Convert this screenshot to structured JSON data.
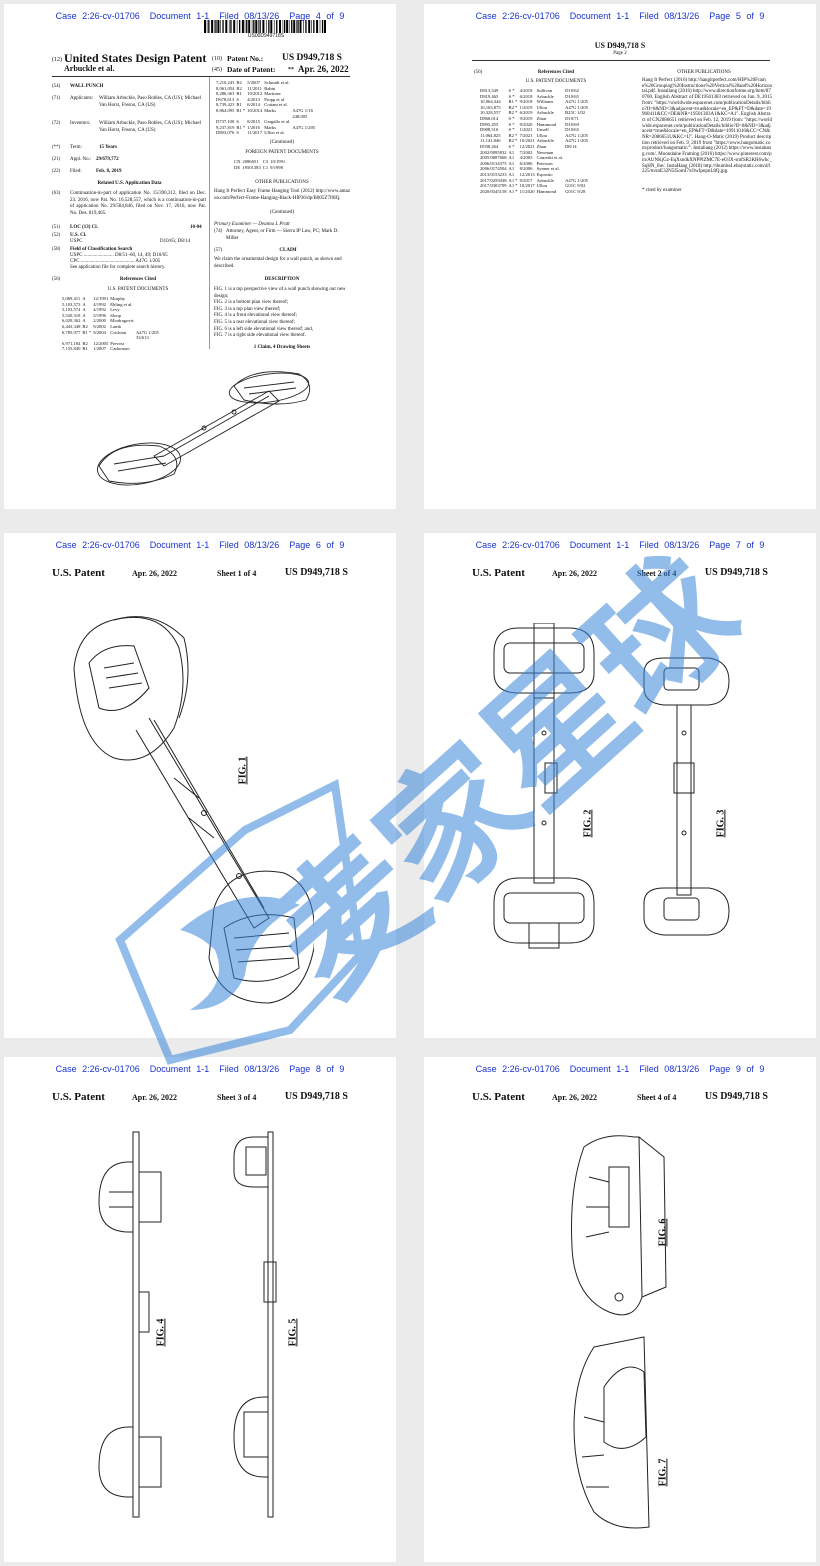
{
  "case_header": {
    "p1": {
      "case": "Case 2:26-cv-01706",
      "doc": "Document 1-1",
      "filed": "Filed 08/13/26",
      "page": "Page 4 of 9"
    },
    "p2": {
      "case": "Case 2:26-cv-01706",
      "doc": "Document 1-1",
      "filed": "Filed 08/13/26",
      "page": "Page 5 of 9"
    },
    "p3": {
      "case": "Case 2:26-cv-01706",
      "doc": "Document 1-1",
      "filed": "Filed 08/13/26",
      "page": "Page 6 of 9"
    },
    "p4": {
      "case": "Case 2:26-cv-01706",
      "doc": "Document 1-1",
      "filed": "Filed 08/13/26",
      "page": "Page 7 of 9"
    },
    "p5": {
      "case": "Case 2:26-cv-01706",
      "doc": "Document 1-1",
      "filed": "Filed 08/13/26",
      "page": "Page 8 of 9"
    },
    "p6": {
      "case": "Case 2:26-cv-01706",
      "doc": "Document 1-1",
      "filed": "Filed 08/13/26",
      "page": "Page 9 of 9"
    }
  },
  "front": {
    "barcode_text": "US00D949718S",
    "code12": "(12)",
    "title": "United States Design Patent",
    "inventors_short": "Arbuckle et al.",
    "code10": "(10)",
    "patent_no_label": "Patent No.:",
    "patent_no": "US D949,718 S",
    "code45": "(45)",
    "date_label": "Date of Patent:",
    "date_star": "**",
    "date": "Apr. 26, 2022",
    "f54_code": "(54)",
    "f54": "WALL PUNCH",
    "f71_code": "(71)",
    "f71_label": "Applicants:",
    "f71": "William Arbuckle, Paso Robles, CA (US); Michael Van Horst, Fresno, CA (US)",
    "f72_code": "(72)",
    "f72_label": "Inventors:",
    "f72": "William Arbuckle, Paso Robles, CA (US); Michael Van Horst, Fresno, CA (US)",
    "term_code": "(**)",
    "term_label": "Term:",
    "term": "15 Years",
    "f21_code": "(21)",
    "f21_label": "Appl. No.:",
    "f21": "29/679,772",
    "f22_code": "(22)",
    "f22_label": "Filed:",
    "f22": "Feb. 8, 2019",
    "related_title": "Related U.S. Application Data",
    "f63_code": "(63)",
    "f63": "Continuation-in-part of application No. 15/390,312, filed on Dec. 23, 2016, now Pat. No. 10,528,557, which is a continuation-in-part of application No. 29/584,846, filed on Nov. 17, 2016, now Pat. No. Des. 819,465.",
    "f51_code": "(51)",
    "f51_label": "LOC (13) Cl.",
    "f51": "10-04",
    "f52_code": "(52)",
    "f52_label": "U.S. Cl.",
    "f52a": "USPC",
    "f52": "D10/65; D8/14",
    "f58_code": "(58)",
    "f58_label": "Field of Classification Search",
    "f58a": "USPC ........................ D8/51–60, 14, 49; D10/65",
    "f58b": "CPC ........................................... A47G 1/205",
    "f58c": "See application file for complete search history.",
    "f56_code": "(56)",
    "refs_title": "References Cited",
    "us_docs_title": "U.S. PATENT DOCUMENTS",
    "left_refs": [
      [
        "5,069,411",
        "A",
        "12/1991",
        "Murphy",
        ""
      ],
      [
        "5,103,573",
        "A",
        "4/1992",
        "Ehling et al.",
        ""
      ],
      [
        "5,103,574",
        "A",
        "4/1992",
        "Levy",
        ""
      ],
      [
        "5,520,318",
        "A",
        "5/1996",
        "Sloop",
        ""
      ],
      [
        "6,029,362",
        "A",
        "2/2000",
        "Miodragovic",
        ""
      ],
      [
        "6,443,348",
        "B2",
        "9/2002",
        "Lamb",
        ""
      ],
      [
        "6,785,977",
        "B1 *",
        "9/2004",
        "Crichton",
        "A47G 1/205"
      ],
      [
        "",
        "",
        "",
        "",
        "33/613"
      ],
      [
        "6,971,184",
        "B2",
        "12/2005",
        "Prevost",
        ""
      ],
      [
        "7,155,840",
        "B1",
        "1/2007",
        "Carbonaro",
        ""
      ]
    ],
    "right_refs": [
      [
        "7,210,243",
        "B2",
        "5/2007",
        "Schmidt et al.",
        ""
      ],
      [
        "8,061,054",
        "B2",
        "11/2011",
        "Rabin",
        ""
      ],
      [
        "8,286,363",
        "B1",
        "10/2012",
        "Martinez",
        ""
      ],
      [
        "D678,613",
        "S",
        "4/2013",
        "Propp et al.",
        ""
      ],
      [
        "8,739,423",
        "B1",
        "6/2014",
        "Cottam et al.",
        ""
      ],
      [
        "8,864,095",
        "B1 *",
        "10/2014",
        "Marks",
        "A47G 1/16"
      ],
      [
        "",
        "",
        "",
        "",
        "248/495"
      ],
      [
        "D737,100",
        "S",
        "8/2015",
        "Gargallo et al.",
        ""
      ],
      [
        "9,237,819",
        "B1 *",
        "1/2016",
        "Marks",
        "A47G 1/205"
      ],
      [
        "D803,076",
        "S",
        "11/2017",
        "Ullon et al.",
        ""
      ]
    ],
    "continued": "(Continued)",
    "foreign_title": "FOREIGN PATENT DOCUMENTS",
    "foreign": [
      [
        "CN",
        "2086651",
        "C3",
        "10/1991"
      ],
      [
        "DE",
        "19501383",
        "C1",
        "9/1998"
      ]
    ],
    "other_title": "OTHER PUBLICATIONS",
    "other_text": "Hang It Perfect Easy Frame Hanging Tool (2012) http://www.amazon.com/Perfect-Frame-Hanging-Black-HIP36/dp/B005Z7I0IQ.",
    "continued2": "(Continued)",
    "examiner": "Primary Examiner — Deanna L Pratt",
    "f74_code": "(74)",
    "attorney": "Attorney, Agent, or Firm — Sierra IP Law, PC; Mark D. Miller",
    "f57_code": "(57)",
    "claim_title": "CLAIM",
    "claim_text": "We claim the ornamental design for a wall punch, as shown and described.",
    "desc_title": "DESCRIPTION",
    "figs": [
      "FIG. 1 is a top perspective view of a wall punch showing our new design;",
      "FIG. 2 is a bottom plan view thereof;",
      "FIG. 3 is a top plan view thereof;",
      "FIG. 4 is a front elevational view thereof;",
      "FIG. 5 is a rear elevational view thereof;",
      "FIG. 6 is a left side elevational view thereof; and,",
      "FIG. 7 is a right side elevational view thereof."
    ],
    "claims_drawings": "1 Claim, 4 Drawing Sheets"
  },
  "page2": {
    "patent_no": "US D949,718 S",
    "page_label": "Page 2",
    "f56_code": "(56)",
    "refs_title": "References Cited",
    "us_docs_title": "U.S. PATENT DOCUMENTS",
    "refs": [
      [
        "D813,549",
        "S *",
        "4/2018",
        "Sullivan",
        "D10/62"
      ],
      [
        "D819,465",
        "S *",
        "6/2018",
        "Arbuckle",
        "D10/65"
      ],
      [
        "10,064,344",
        "B1 *",
        "9/2018",
        "Williams",
        "A47G 1/205"
      ],
      [
        "10,165,875",
        "B2 *",
        "1/2019",
        "Ullou",
        "A47G 1/205"
      ],
      [
        "10,328,557",
        "B2 *",
        "6/2019",
        "Arbuckle",
        "B25C 1/02"
      ],
      [
        "D860,014",
        "S *",
        "9/2019",
        "Zhan",
        "D10/71"
      ],
      [
        "D895,455",
        "S *",
        "9/2020",
        "Hammond",
        "D10/69"
      ],
      [
        "D908,516",
        "S *",
        "1/2021",
        "Unsell",
        "D10/65"
      ],
      [
        "11,064,825",
        "B2 *",
        "7/2021",
        "Ullou",
        "A47G 1/205"
      ],
      [
        "11,141,846",
        "B2 *",
        "10/2021",
        "Arbuckle",
        "A47G 1/205"
      ],
      [
        "D938,264",
        "S *",
        "12/2021",
        "Zhan",
        "D8/14"
      ],
      [
        "2002/0095832",
        "A1",
        "7/2002",
        "Newman",
        ""
      ],
      [
        "2005/0087668",
        "A1",
        "4/2005",
        "Comeski et al.",
        ""
      ],
      [
        "2006/0134375",
        "A1",
        "6/2006",
        "Peterson",
        ""
      ],
      [
        "2006/0174504",
        "A1",
        "8/2006",
        "Synner et al.",
        ""
      ],
      [
        "2013/0153233",
        "A1",
        "12/2013",
        "Esposito",
        ""
      ],
      [
        "2017/0259438",
        "A1 *",
        "9/2017",
        "Arbuckle",
        "A47G 1/205"
      ],
      [
        "2017/0303709",
        "A1 *",
        "10/2017",
        "Ullou",
        "G01C 9/02"
      ],
      [
        "2020/0345158",
        "A1 *",
        "11/2020",
        "Hammond",
        "G01C 9/28"
      ]
    ],
    "other_title": "OTHER PUBLICATIONS",
    "other_text": "Hang It Perfect (2016) http://hangitperfect.com/HIP%20Frame%20Grouping%20Instructions%20Vertical%20and%20Horizontal.pdf. Installang (2016) http://www.directionforme.org/item/870700. English Abstract of DE19501383 retrieved on Jun. 9, 2015 from: \"https://worldwide.espacenet.com/publicationDetails/biblio?II=0&ND=3&adjacent=true&locale=en_EP&FT=D&date=19960411&CC=DE&NR=19501383A1&KC=A1\". English Abstract of CN2086651 retrieved on Feb. 12, 2019 from: \"https://worldwide.espacenet.com/publicationDetails/biblio?II=0&ND=3&adjacent=true&locale=en_EP&FT=D&date=19911016&CC=CN&NR=2086651U&KC=U\". Hang-O-Matic (2019) Product description retrieved on Feb. 9, 2019 from \"https://www.hangomatic.com/product/hangomatic/\". Instaliang (2012) https://www.instahang.com/. Moondaine Framing (2016) https://www.pinterest.com/pin/AUNKjGz-EqXsndkXNPPIZMC7E-eO3X-smfSR2KH6whc_SqHN_lbe/. InstaHang (2018) http://thumbs4.ebaystatic.com/d/l225/m/mE32N5I5omI7xOwIpnpnL8Q.jpg.",
    "cited_note": "* cited by examiner"
  },
  "sheets": [
    {
      "patent": "U.S. Patent",
      "date": "Apr. 26, 2022",
      "sheet": "Sheet 1 of 4",
      "no": "US D949,718 S"
    },
    {
      "patent": "U.S. Patent",
      "date": "Apr. 26, 2022",
      "sheet": "Sheet 2 of 4",
      "no": "US D949,718 S"
    },
    {
      "patent": "U.S. Patent",
      "date": "Apr. 26, 2022",
      "sheet": "Sheet 3 of 4",
      "no": "US D949,718 S"
    },
    {
      "patent": "U.S. Patent",
      "date": "Apr. 26, 2022",
      "sheet": "Sheet 4 of 4",
      "no": "US D949,718 S"
    }
  ],
  "fig_labels": {
    "fig1": "FIG. 1",
    "fig2": "FIG. 2",
    "fig3": "FIG. 3",
    "fig4": "FIG. 4",
    "fig5": "FIG. 5",
    "fig6": "FIG. 6",
    "fig7": "FIG. 7"
  },
  "watermark": {
    "text": "麦家星球",
    "color": "#3a86d9"
  }
}
